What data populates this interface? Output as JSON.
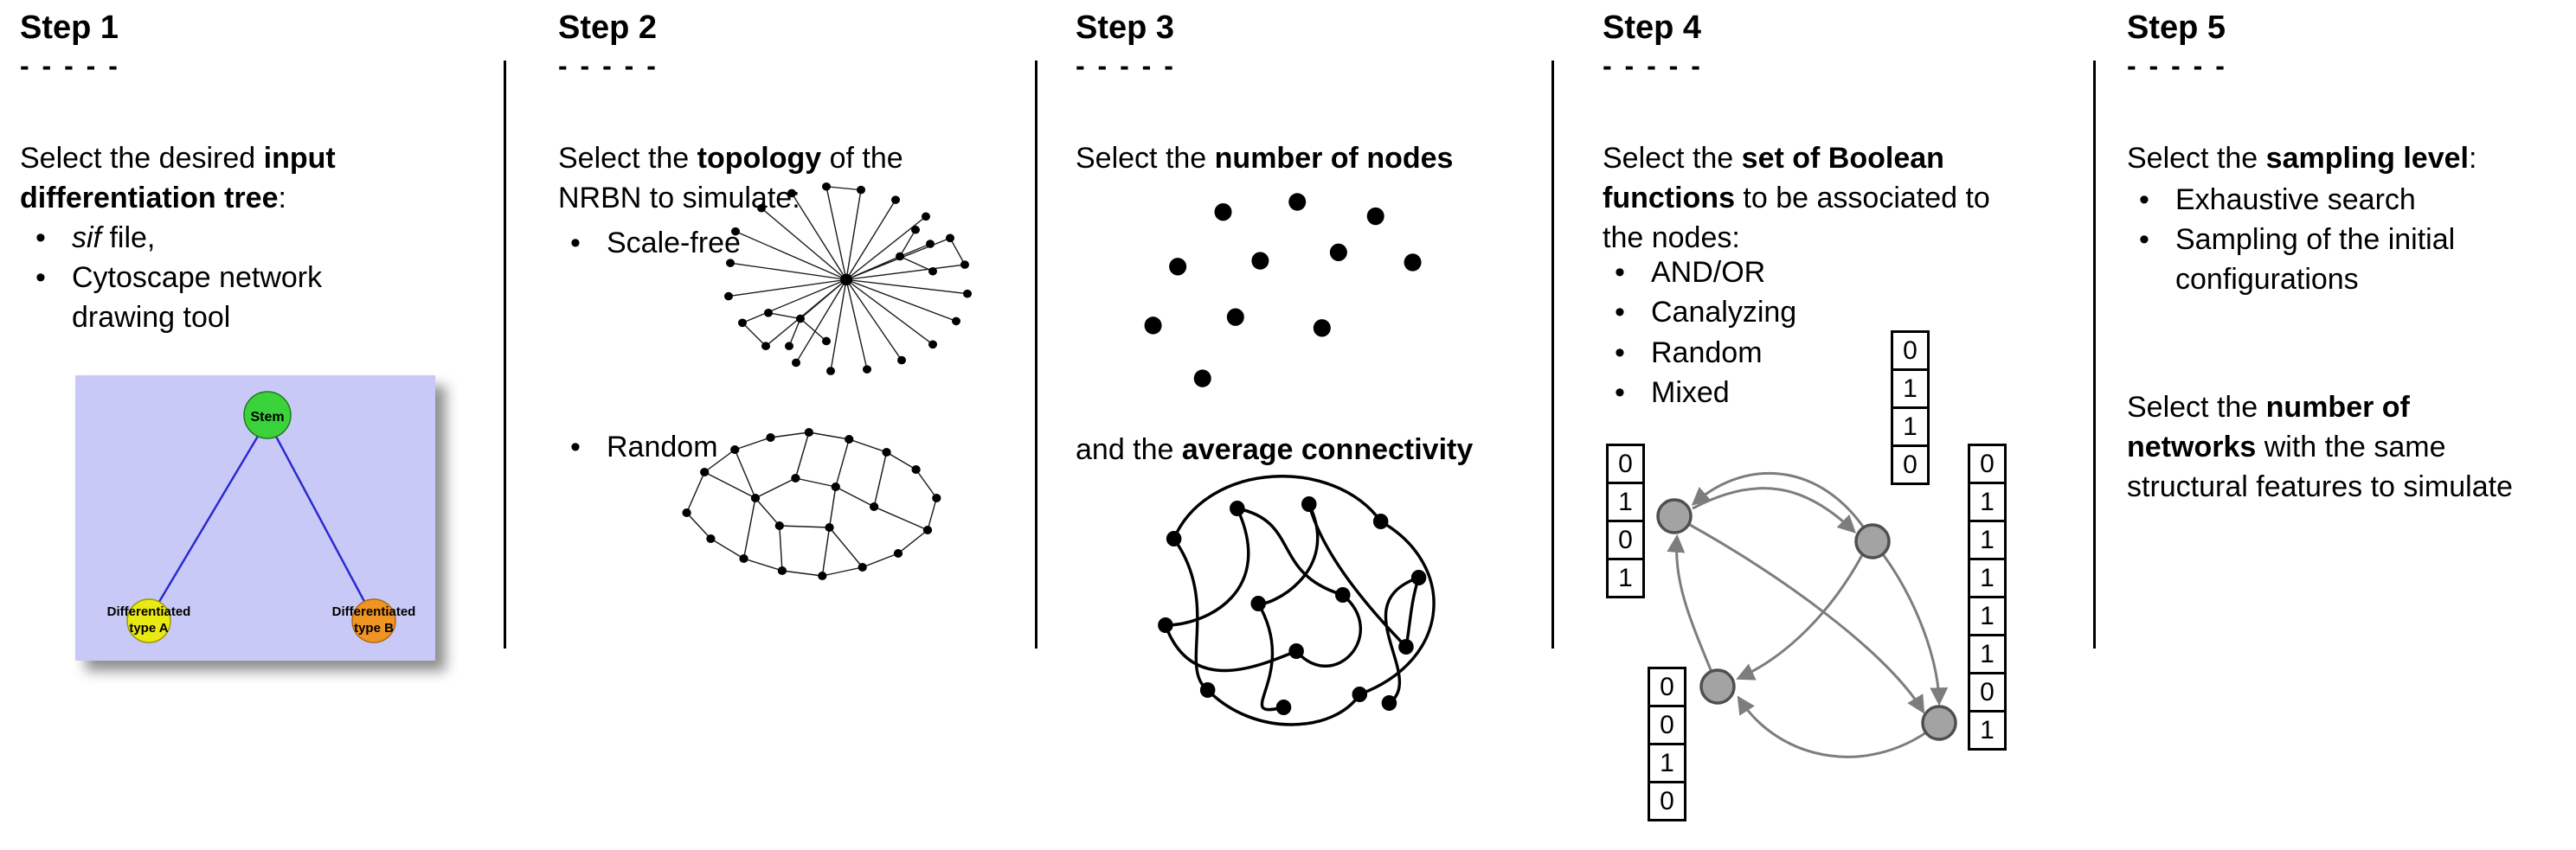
{
  "ui": {
    "bullet": "•"
  },
  "colors": {
    "divider": "#000000",
    "tree_bg": "#c9c9f8",
    "tree_edge": "#2a2ad0",
    "stem_fill": "#3bd33b",
    "type_a_fill": "#e9e914",
    "type_b_fill": "#f09423",
    "network_ink": "#1a1a1a",
    "boolean_edge": "#7d7d7d",
    "boolean_node_fill": "#a3a3a3"
  },
  "step1": {
    "title": "Step 1",
    "dashes": "- - - - -",
    "intro_pre": "Select the desired ",
    "intro_bold": "input differentiation tree",
    "intro_post": ":",
    "bullet1_italic": "sif",
    "bullet1_rest": " file,",
    "bullet2": "Cytoscape network drawing tool",
    "tree": {
      "stem": "Stem",
      "type_a_line1": "Differentiated",
      "type_a_line2": "type A",
      "type_b_line1": "Differentiated",
      "type_b_line2": "type B"
    }
  },
  "step2": {
    "title": "Step 2",
    "dashes": "- - - - -",
    "intro_pre": "Select the ",
    "intro_bold": "topology",
    "intro_post": " of the NRBN to simulate:",
    "bullet1": "Scale-free",
    "bullet2": "Random"
  },
  "step3": {
    "title": "Step 3",
    "dashes": "- - - - -",
    "line1_pre": "Select the ",
    "line1_bold": "number of nodes",
    "line2_pre": "and the ",
    "line2_bold": "average connectivity"
  },
  "step4": {
    "title": "Step 4",
    "dashes": "- - - - -",
    "intro_pre": "Select the ",
    "intro_bold": "set of Boolean functions",
    "intro_post": " to be associated to the nodes:",
    "bullets": [
      "AND/OR",
      "Canalyzing",
      "Random",
      "Mixed"
    ],
    "tables": {
      "left": [
        "0",
        "1",
        "0",
        "1"
      ],
      "top": [
        "0",
        "1",
        "1",
        "0"
      ],
      "bottom_left": [
        "0",
        "0",
        "1",
        "0"
      ],
      "right": [
        "0",
        "1",
        "1",
        "1",
        "1",
        "1",
        "0",
        "1"
      ]
    }
  },
  "step5": {
    "title": "Step 5",
    "dashes": "- - - - -",
    "intro_pre": "Select the ",
    "intro_bold": "sampling level",
    "intro_post": ":",
    "bullet1": "Exhaustive search",
    "bullet2": "Sampling of the initial configurations",
    "second_pre": "Select the ",
    "second_bold": "number of networks",
    "second_post": " with the same structural features to simulate"
  }
}
